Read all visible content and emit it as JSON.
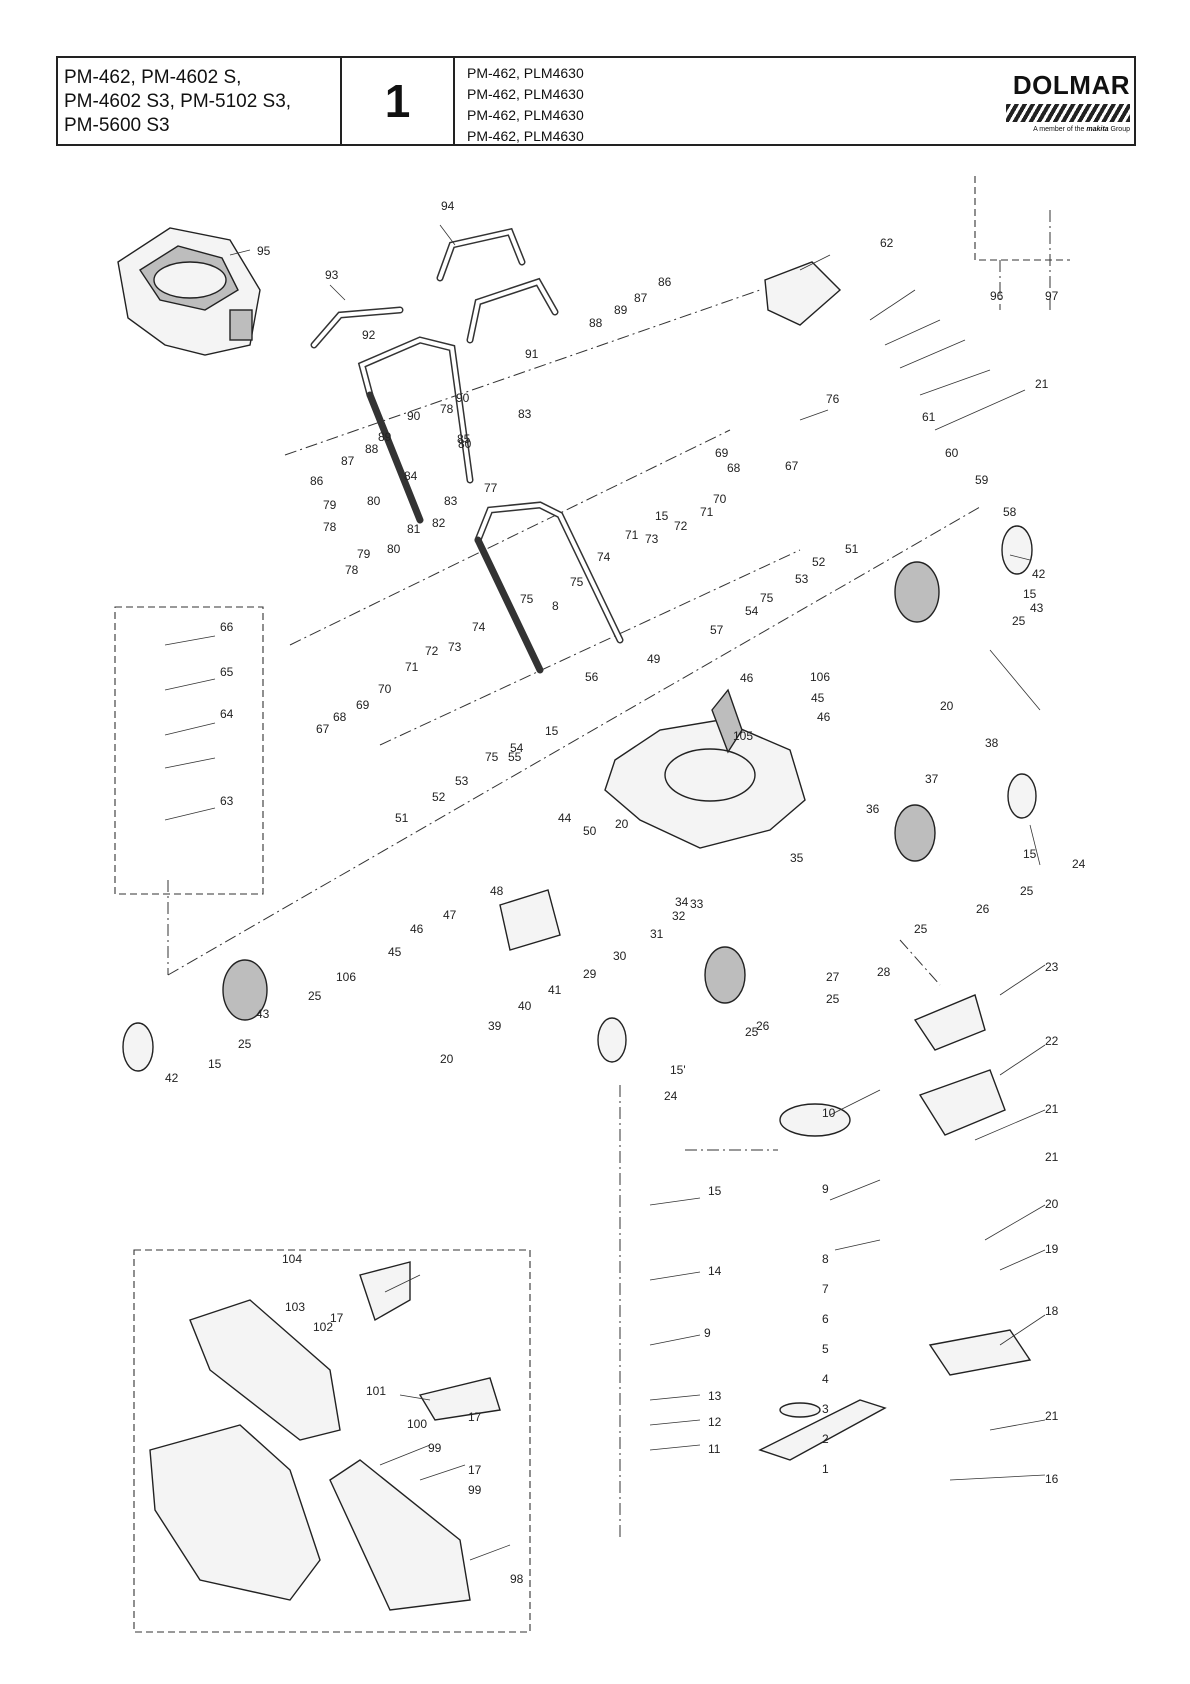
{
  "header": {
    "models": [
      "PM-462, PM-4602 S,",
      "PM-4602 S3, PM-5102 S3,",
      "PM-5600 S3"
    ],
    "page_number": "1",
    "variants": [
      "PM-462, PLM4630",
      "PM-462, PLM4630",
      "PM-462, PLM4630",
      "PM-462, PLM4630"
    ],
    "brand": "DOLMAR",
    "brand_sub": "A member of the",
    "brand_group": "makita",
    "brand_group_suffix": "Group"
  },
  "callouts": [
    "1",
    "2",
    "3",
    "4",
    "5",
    "6",
    "7",
    "8",
    "9",
    "10",
    "11",
    "12",
    "13",
    "14",
    "15",
    "16",
    "17",
    "18",
    "19",
    "20",
    "21",
    "22",
    "23",
    "24",
    "25",
    "26",
    "27",
    "28",
    "29",
    "30",
    "31",
    "32",
    "33",
    "34",
    "35",
    "36",
    "37",
    "38",
    "39",
    "40",
    "41",
    "42",
    "43",
    "44",
    "45",
    "46",
    "47",
    "48",
    "49",
    "50",
    "51",
    "52",
    "53",
    "54",
    "55",
    "56",
    "57",
    "58",
    "59",
    "60",
    "61",
    "62",
    "63",
    "64",
    "65",
    "66",
    "67",
    "68",
    "69",
    "70",
    "71",
    "72",
    "73",
    "74",
    "75",
    "76",
    "77",
    "78",
    "79",
    "80",
    "81",
    "82",
    "83",
    "84",
    "85",
    "86",
    "87",
    "88",
    "89",
    "90",
    "91",
    "92",
    "93",
    "94",
    "95",
    "96",
    "97",
    "98",
    "99",
    "100",
    "101",
    "102",
    "103",
    "104",
    "105",
    "106",
    "15'"
  ]
}
